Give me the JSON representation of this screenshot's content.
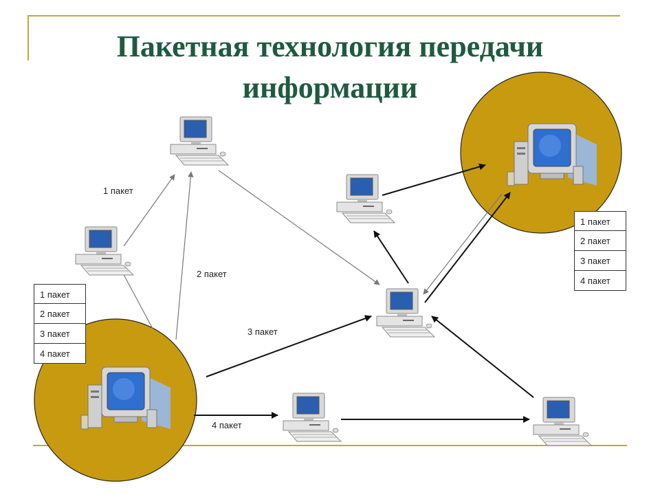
{
  "title": {
    "line1": "Пакетная технология передачи",
    "line2": "информации"
  },
  "colors": {
    "title": "#1f5a3f",
    "node_circle": "#c89a10",
    "frame": "#c8a23a",
    "screen": "#2a5fb0",
    "body": "#dcdcdc"
  },
  "route_labels": {
    "p1": "1 пакет",
    "p2": "2 пакет",
    "p3": "3 пакет",
    "p4": "4 пакет"
  },
  "sender_packets": [
    "1 пакет",
    "2 пакет",
    "3 пакет",
    "4 пакет"
  ],
  "receiver_packets": [
    "1 пакет",
    "2 пакет",
    "3 пакет",
    "4 пакет"
  ]
}
